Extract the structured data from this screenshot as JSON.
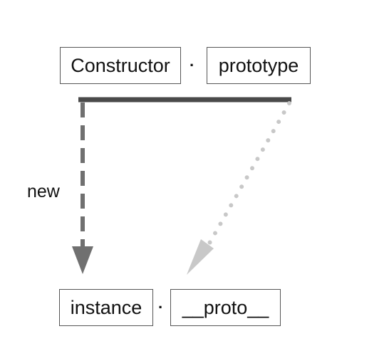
{
  "top_row": {
    "constructor": "Constructor",
    "separator": "·",
    "prototype": "prototype"
  },
  "bottom_row": {
    "instance": "instance",
    "separator": "·",
    "proto": "__proto__"
  },
  "edges": {
    "new_label": "new"
  },
  "colors": {
    "bar": "#4a4a4a",
    "new_arrow": "#707070",
    "proto_arrow": "#c8c8c8",
    "box_border": "#555555"
  }
}
